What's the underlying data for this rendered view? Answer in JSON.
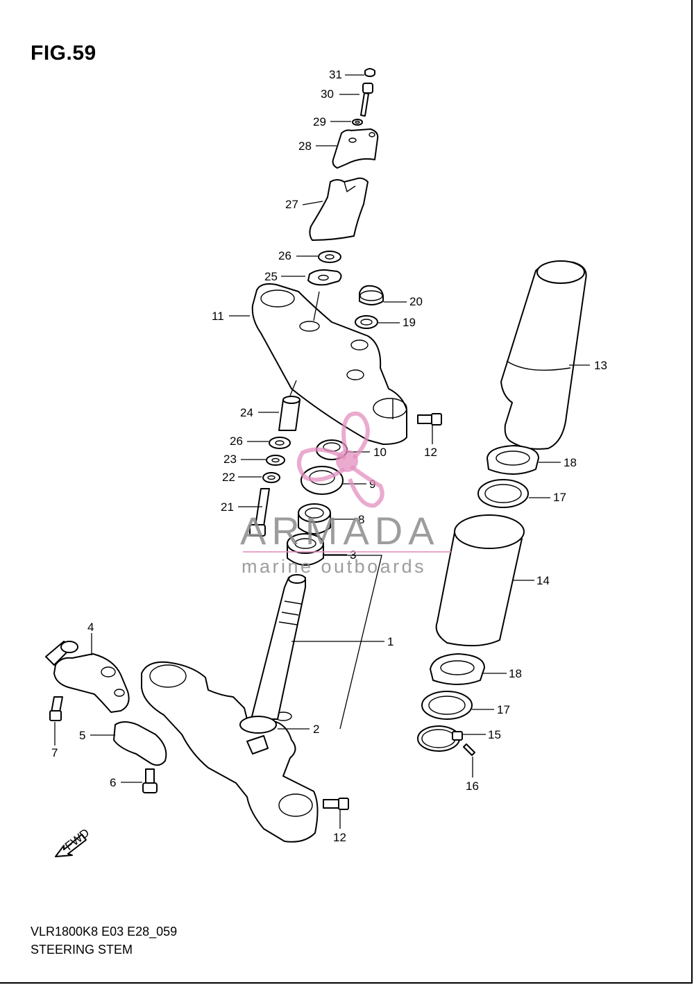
{
  "figure": {
    "title": "FIG.59",
    "model_code": "VLR1800K8 E03 E28_059",
    "caption": "STEERING STEM"
  },
  "watermark": {
    "brand": "ARMADA",
    "tagline": "marine outboards",
    "accent_color": "#e38fbf",
    "text_color": "#8c8c8c"
  },
  "direction_marker": {
    "label": "FWD"
  },
  "callouts": [
    {
      "id": "c31",
      "label": "31"
    },
    {
      "id": "c30",
      "label": "30"
    },
    {
      "id": "c29",
      "label": "29"
    },
    {
      "id": "c28",
      "label": "28"
    },
    {
      "id": "c27",
      "label": "27"
    },
    {
      "id": "c26a",
      "label": "26"
    },
    {
      "id": "c25",
      "label": "25"
    },
    {
      "id": "c20",
      "label": "20"
    },
    {
      "id": "c19",
      "label": "19"
    },
    {
      "id": "c11",
      "label": "11"
    },
    {
      "id": "c13",
      "label": "13"
    },
    {
      "id": "c24",
      "label": "24"
    },
    {
      "id": "c26b",
      "label": "26"
    },
    {
      "id": "c23",
      "label": "23"
    },
    {
      "id": "c22",
      "label": "22"
    },
    {
      "id": "c10",
      "label": "10"
    },
    {
      "id": "c12a",
      "label": "12"
    },
    {
      "id": "c18a",
      "label": "18"
    },
    {
      "id": "c9",
      "label": "9"
    },
    {
      "id": "c17a",
      "label": "17"
    },
    {
      "id": "c21",
      "label": "21"
    },
    {
      "id": "c8",
      "label": "8"
    },
    {
      "id": "c3",
      "label": "3"
    },
    {
      "id": "c14",
      "label": "14"
    },
    {
      "id": "c1",
      "label": "1"
    },
    {
      "id": "c4",
      "label": "4"
    },
    {
      "id": "c18b",
      "label": "18"
    },
    {
      "id": "c17b",
      "label": "17"
    },
    {
      "id": "c2",
      "label": "2"
    },
    {
      "id": "c5",
      "label": "5"
    },
    {
      "id": "c15",
      "label": "15"
    },
    {
      "id": "c7",
      "label": "7"
    },
    {
      "id": "c16",
      "label": "16"
    },
    {
      "id": "c6",
      "label": "6"
    },
    {
      "id": "c12b",
      "label": "12"
    }
  ]
}
